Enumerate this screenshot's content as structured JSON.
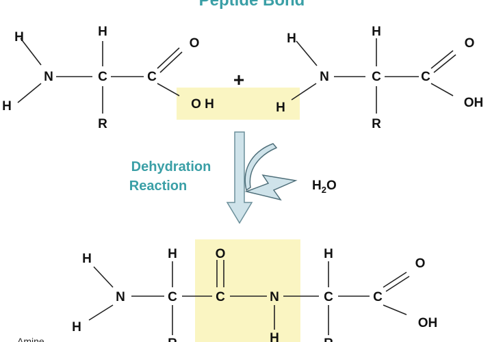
{
  "title": "Peptide Bond",
  "reaction": {
    "line1": "Dehydration",
    "line2": "Reaction"
  },
  "water": {
    "main": "H",
    "sub": "2",
    "tail": "O"
  },
  "plus": "+",
  "highlight_color": "#faf5c2",
  "accent_color": "#3a9fa6",
  "arrow_color": "#cfe3ea",
  "caption_amine": "Amine",
  "atoms": {
    "H": "H",
    "N": "N",
    "C": "C",
    "O": "O",
    "R": "R",
    "OH": "OH",
    "OH_split": "O H"
  }
}
